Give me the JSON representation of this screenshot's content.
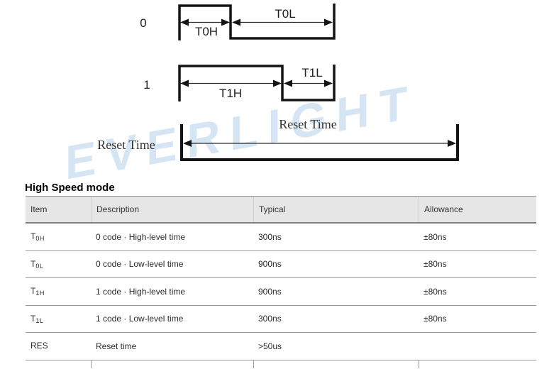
{
  "watermark": {
    "text": "EVERLIGHT",
    "color": "#d5e5f3"
  },
  "diagram": {
    "zero": {
      "bit_label": "0",
      "high_label": "T0H",
      "low_label": "T0L"
    },
    "one": {
      "bit_label": "1",
      "high_label": "T1H",
      "low_label": "T1L"
    },
    "reset": {
      "left_label": "Reset Time",
      "arrow_label": "Reset Time"
    }
  },
  "section": {
    "title": "High Speed mode"
  },
  "table": {
    "headers": [
      "Item",
      "Description",
      "Typical",
      "Allowance"
    ],
    "rows": [
      {
        "item_base": "T",
        "item_sub": "0H",
        "description": "0 code · High-level time",
        "typical": "300ns",
        "allowance": "±80ns"
      },
      {
        "item_base": "T",
        "item_sub": "0L",
        "description": "0 code · Low-level time",
        "typical": "900ns",
        "allowance": "±80ns"
      },
      {
        "item_base": "T",
        "item_sub": "1H",
        "description": "1 code · High-level time",
        "typical": "900ns",
        "allowance": "±80ns"
      },
      {
        "item_base": "T",
        "item_sub": "1L",
        "description": "1 code · Low-level time",
        "typical": "300ns",
        "allowance": "±80ns"
      },
      {
        "item_base": "RES",
        "item_sub": "",
        "description": "Reset time",
        "typical": ">50us",
        "allowance": ""
      }
    ]
  }
}
